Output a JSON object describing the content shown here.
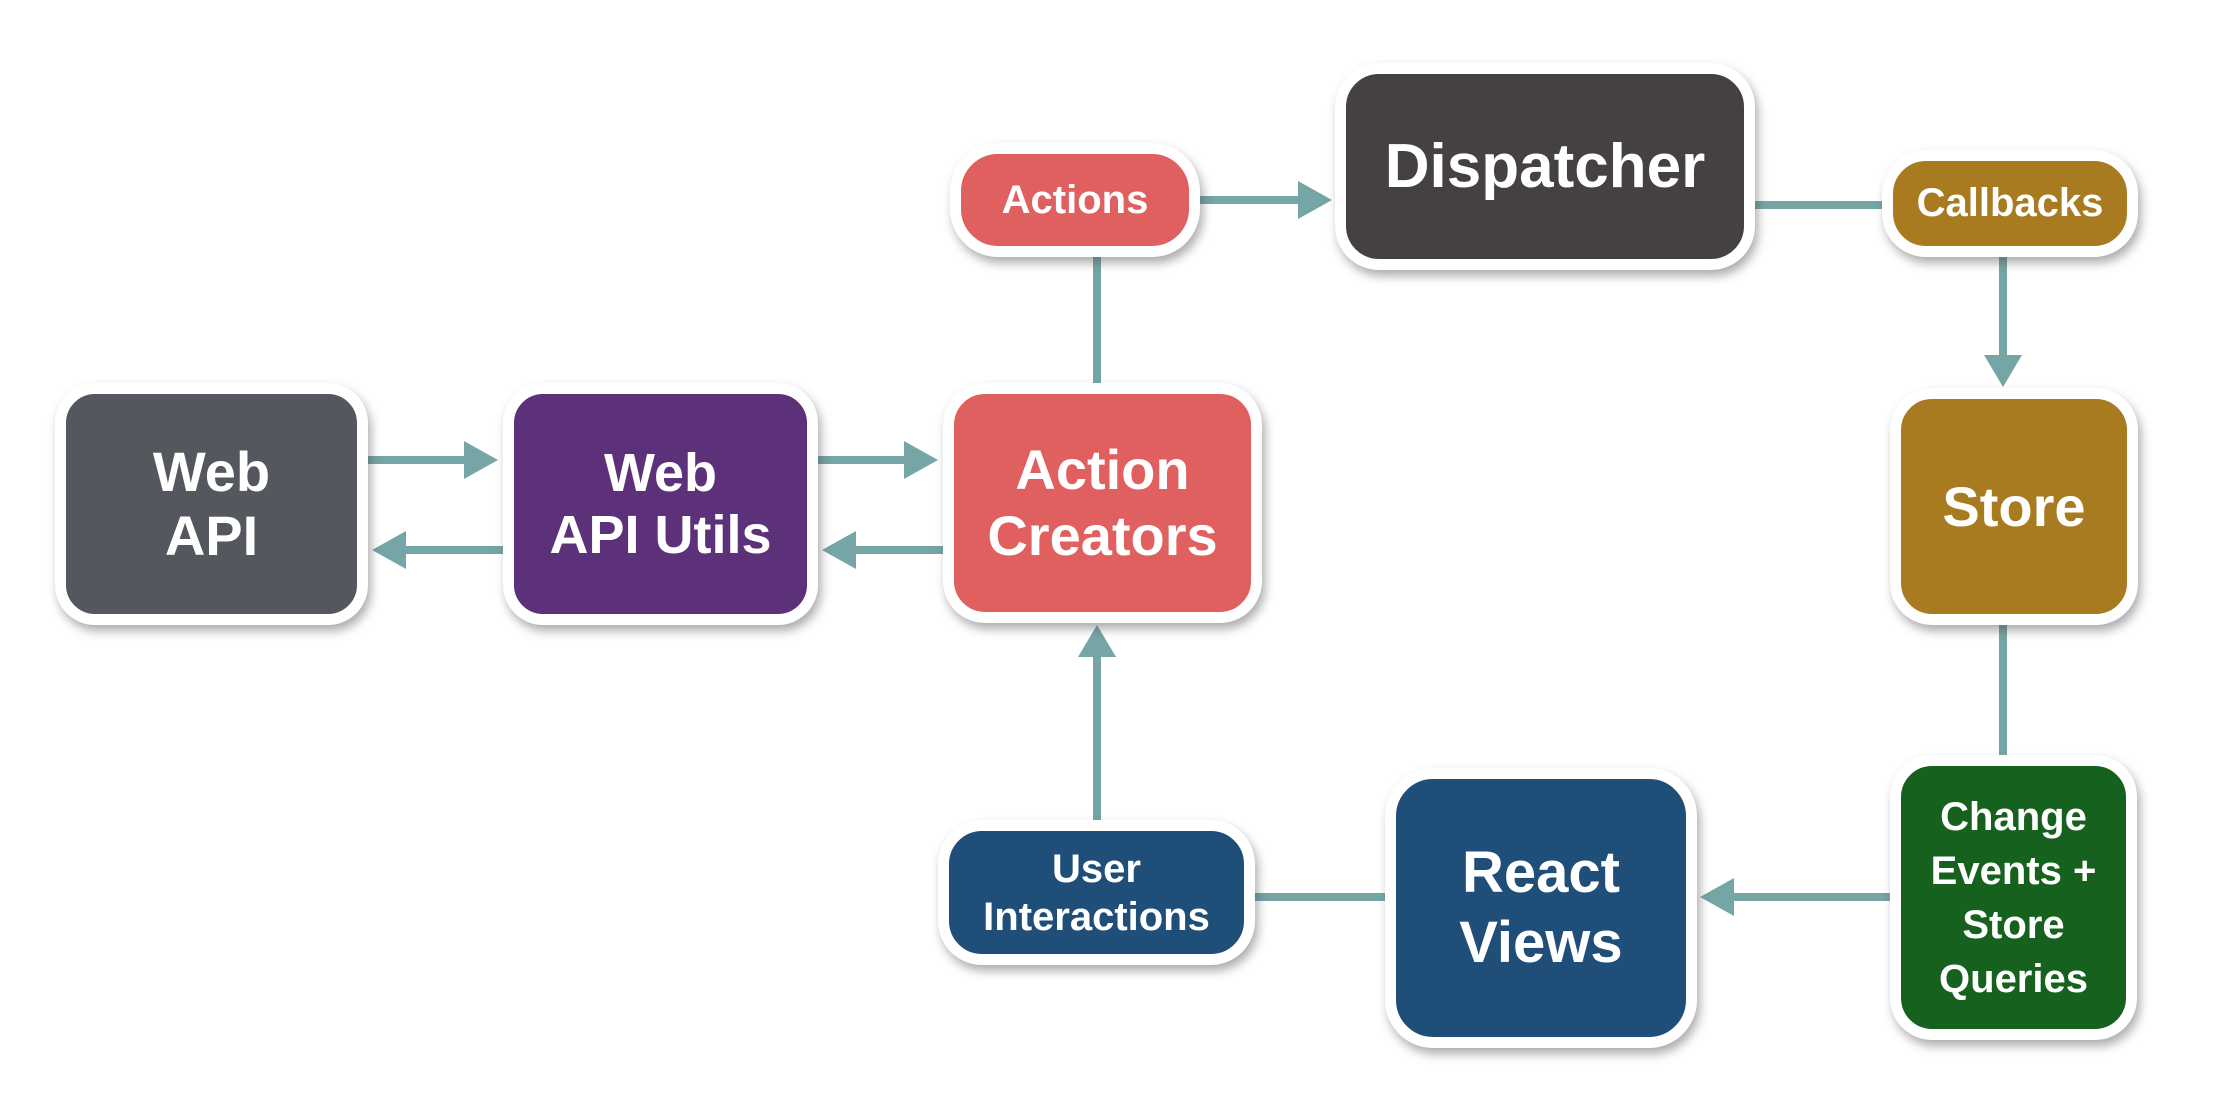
{
  "colors": {
    "background": "#ffffff",
    "arrow": "#76a5a6",
    "node_border": "#ffffff",
    "node_text": "#ffffff",
    "web_api": "#54575d",
    "web_api_utils": "#5c3179",
    "action_creators": "#e05f5f",
    "actions": "#e05f5f",
    "dispatcher": "#454142",
    "callbacks": "#a87b20",
    "store": "#a87b20",
    "change_events": "#17611f",
    "react_views": "#1f4e79",
    "user_interactions": "#1f4e79"
  },
  "nodes": {
    "web_api": {
      "label": "Web API",
      "lines": [
        "Web",
        "API"
      ],
      "color": "#54575d"
    },
    "web_api_utils": {
      "label": "Web API Utils",
      "lines": [
        "Web",
        "API Utils"
      ],
      "color": "#5c3179"
    },
    "action_creators": {
      "label": "Action Creators",
      "lines": [
        "Action",
        "Creators"
      ],
      "color": "#e05f5f"
    },
    "actions": {
      "label": "Actions",
      "lines": [
        "Actions"
      ],
      "color": "#e05f5f"
    },
    "dispatcher": {
      "label": "Dispatcher",
      "lines": [
        "Dispatcher"
      ],
      "color": "#454142"
    },
    "callbacks": {
      "label": "Callbacks",
      "lines": [
        "Callbacks"
      ],
      "color": "#a87b20"
    },
    "store": {
      "label": "Store",
      "lines": [
        "Store"
      ],
      "color": "#a87b20"
    },
    "change_events": {
      "label": "Change Events + Store Queries",
      "lines": [
        "Change",
        "Events +",
        "Store",
        "Queries"
      ],
      "color": "#17611f"
    },
    "react_views": {
      "label": "React Views",
      "lines": [
        "React",
        "Views"
      ],
      "color": "#1f4e79"
    },
    "user_interactions": {
      "label": "User Interactions",
      "lines": [
        "User",
        "Interactions"
      ],
      "color": "#1f4e79"
    }
  },
  "edges": [
    {
      "from": "web_api",
      "to": "web_api_utils",
      "arrowhead": true
    },
    {
      "from": "web_api_utils",
      "to": "web_api",
      "arrowhead": true
    },
    {
      "from": "web_api_utils",
      "to": "action_creators",
      "arrowhead": true
    },
    {
      "from": "action_creators",
      "to": "web_api_utils",
      "arrowhead": true
    },
    {
      "from": "action_creators",
      "to": "actions",
      "arrowhead": false
    },
    {
      "from": "actions",
      "to": "dispatcher",
      "arrowhead": true
    },
    {
      "from": "dispatcher",
      "to": "callbacks",
      "arrowhead": false
    },
    {
      "from": "callbacks",
      "to": "store",
      "arrowhead": true
    },
    {
      "from": "store",
      "to": "change_events",
      "arrowhead": false
    },
    {
      "from": "change_events",
      "to": "react_views",
      "arrowhead": true
    },
    {
      "from": "react_views",
      "to": "user_interactions",
      "arrowhead": false
    },
    {
      "from": "user_interactions",
      "to": "action_creators",
      "arrowhead": true
    }
  ]
}
